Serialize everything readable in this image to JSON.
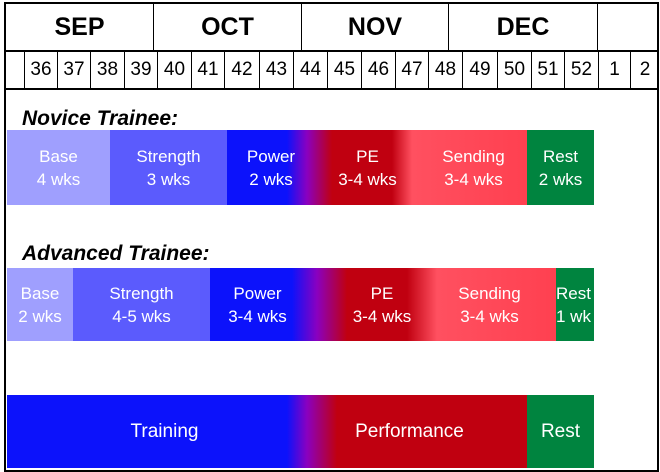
{
  "months": [
    "SEP",
    "OCT",
    "NOV",
    "DEC",
    ""
  ],
  "weeks": [
    "",
    "36",
    "37",
    "38",
    "39",
    "40",
    "41",
    "42",
    "43",
    "44",
    "45",
    "46",
    "47",
    "48",
    "49",
    "50",
    "51",
    "52",
    "1",
    "2"
  ],
  "novice": {
    "title": "Novice Trainee:",
    "phases": [
      {
        "name": "Base",
        "duration": "4 wks"
      },
      {
        "name": "Strength",
        "duration": "3 wks"
      },
      {
        "name": "Power",
        "duration": "2 wks"
      },
      {
        "name": "PE",
        "duration": "3-4 wks"
      },
      {
        "name": "Sending",
        "duration": "3-4 wks"
      },
      {
        "name": "Rest",
        "duration": "2 wks"
      }
    ]
  },
  "advanced": {
    "title": "Advanced Trainee:",
    "phases": [
      {
        "name": "Base",
        "duration": "2 wks"
      },
      {
        "name": "Strength",
        "duration": "4-5 wks"
      },
      {
        "name": "Power",
        "duration": "3-4 wks"
      },
      {
        "name": "PE",
        "duration": "3-4 wks"
      },
      {
        "name": "Sending",
        "duration": "3-4 wks"
      },
      {
        "name": "Rest",
        "duration": "1 wk"
      }
    ]
  },
  "summary": [
    {
      "name": "Training"
    },
    {
      "name": "Performance"
    },
    {
      "name": "Rest"
    }
  ],
  "colors": {
    "base": "#9f9ffe",
    "strength": "#5b5bfd",
    "power": "#0c12fb",
    "pe": "#c00010",
    "sending": "#ff4050",
    "rest": "#00843f"
  }
}
